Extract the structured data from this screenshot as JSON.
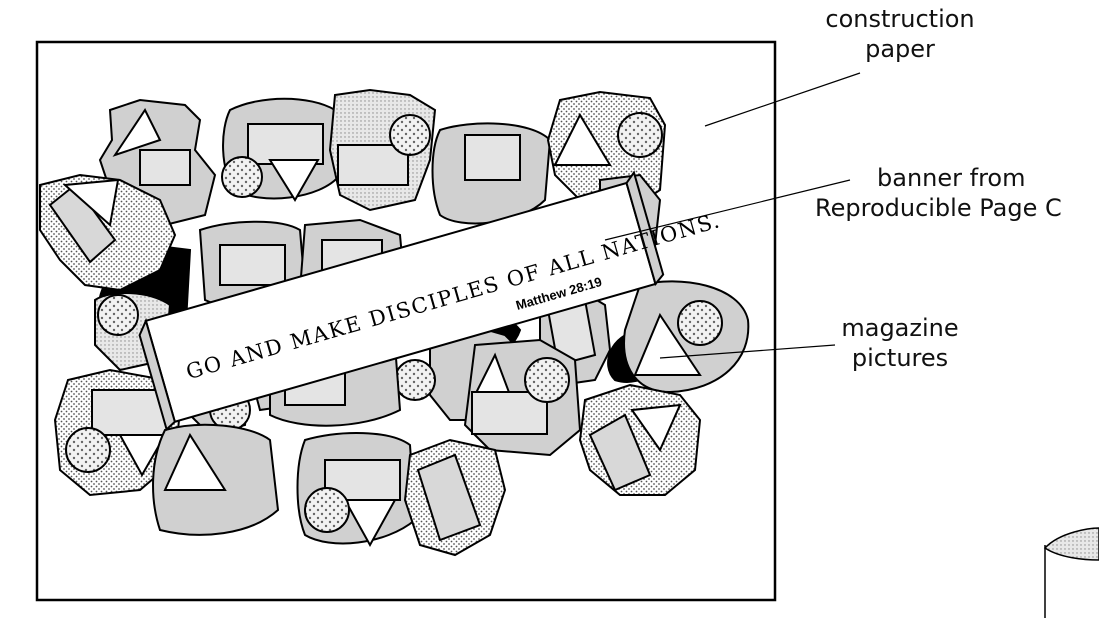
{
  "labels": {
    "construction_line1": "construction",
    "construction_line2": "paper",
    "banner_line1": "banner from",
    "banner_line2": "Reproducible Page C",
    "magazine_line1": "magazine",
    "magazine_line2": "pictures"
  },
  "banner": {
    "text": "GO AND MAKE DISCIPLES OF ALL NATIONS.",
    "reference": "Matthew 28:19"
  },
  "colors": {
    "outline": "#000000",
    "cutout_fill": "#d0d0d0",
    "shape_fill": "#e4e4e4",
    "dark_fill": "#000000",
    "paper": "#ffffff"
  }
}
